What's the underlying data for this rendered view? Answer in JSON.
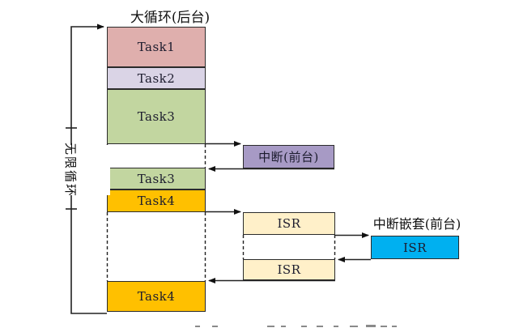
{
  "title": "大循环(后台)",
  "infinite_loop_label": "无限循环",
  "nested_interrupt_label": "中断嵌套(前台)",
  "blocks": {
    "task1": {
      "label": "Task1",
      "color": "#dfafad"
    },
    "task2": {
      "label": "Task2",
      "color": "#dad4e6"
    },
    "task3_first": {
      "label": "Task3",
      "color": "#c2d6a0"
    },
    "task3_second": {
      "label": "Task3",
      "color": "#c2d6a0"
    },
    "task4_first": {
      "label": "Task4",
      "color": "#ffc000"
    },
    "task4_second": {
      "label": "Task4",
      "color": "#ffc000"
    },
    "interrupt": {
      "label": "中断(前台)",
      "color": "#a79ac5"
    },
    "isr_first": {
      "label": "ISR",
      "color": "#fff0c9"
    },
    "isr_nested": {
      "label": "ISR",
      "color": "#00b0f0"
    },
    "isr_second": {
      "label": "ISR",
      "color": "#fff0c9"
    }
  },
  "line_color": "#222222"
}
